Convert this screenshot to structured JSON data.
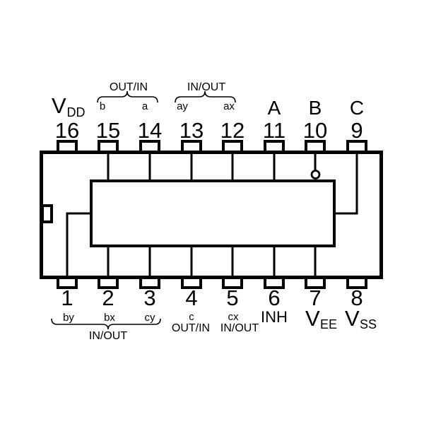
{
  "colors": {
    "ink": "#000000",
    "background": "#ffffff"
  },
  "chip": {
    "pins": {
      "top": [
        {
          "number": "16",
          "label": "V",
          "label_subscript": "DD"
        },
        {
          "number": "15",
          "label": "b"
        },
        {
          "number": "14",
          "label": "a"
        },
        {
          "number": "13",
          "label": "ay"
        },
        {
          "number": "12",
          "label": "ax"
        },
        {
          "number": "11",
          "label": "A"
        },
        {
          "number": "10",
          "label": "B"
        },
        {
          "number": "9",
          "label": "C"
        }
      ],
      "bottom": [
        {
          "number": "1",
          "label": "by"
        },
        {
          "number": "2",
          "label": "bx"
        },
        {
          "number": "3",
          "label": "cy"
        },
        {
          "number": "4",
          "label": "c",
          "direction_label": "OUT/IN"
        },
        {
          "number": "5",
          "label": "cx",
          "direction_label": "IN/OUT"
        },
        {
          "number": "6",
          "label": "INH"
        },
        {
          "number": "7",
          "label": "V",
          "label_subscript": "EE"
        },
        {
          "number": "8",
          "label": "V",
          "label_subscript": "SS"
        }
      ]
    },
    "groups": {
      "top": [
        {
          "label": "OUT/IN",
          "span_pins": [
            "15",
            "14"
          ]
        },
        {
          "label": "IN/OUT",
          "span_pins": [
            "13",
            "12"
          ]
        }
      ],
      "bottom": [
        {
          "label": "IN/OUT",
          "span_pins": [
            "1",
            "2",
            "3"
          ]
        }
      ]
    },
    "marks": {
      "inversion_bubble_pin": "10",
      "orientation_notch_side": "left"
    }
  }
}
